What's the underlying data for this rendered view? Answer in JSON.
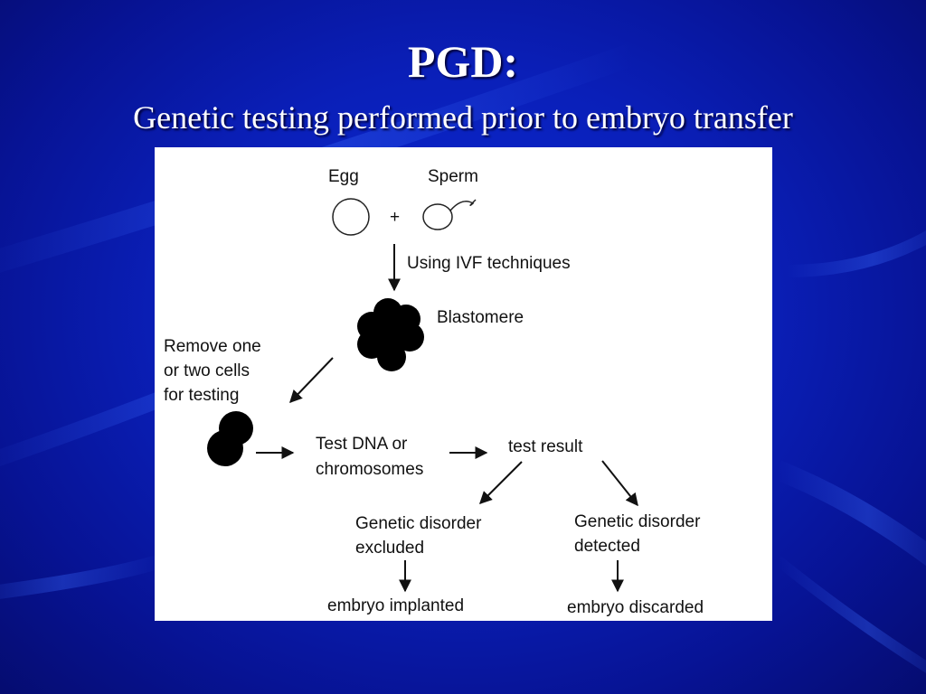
{
  "slide": {
    "title": "PGD:",
    "subtitle": "Genetic testing performed prior to embryo transfer"
  },
  "diagram": {
    "egg": "Egg",
    "sperm": "Sperm",
    "plus": "+",
    "ivf": "Using IVF techniques",
    "blastomere": "Blastomere",
    "remove_line1": "Remove one",
    "remove_line2": "or two cells",
    "remove_line3": "for testing",
    "test_line1": "Test DNA or",
    "test_line2": "chromosomes",
    "test_result": "test result",
    "excluded_line1": "Genetic disorder",
    "excluded_line2": "excluded",
    "detected_line1": "Genetic disorder",
    "detected_line2": "detected",
    "implanted": "embryo implanted",
    "discarded": "embryo discarded"
  },
  "colors": {
    "background": "#0a1fb8",
    "panel": "#ffffff",
    "ink": "#111111"
  }
}
